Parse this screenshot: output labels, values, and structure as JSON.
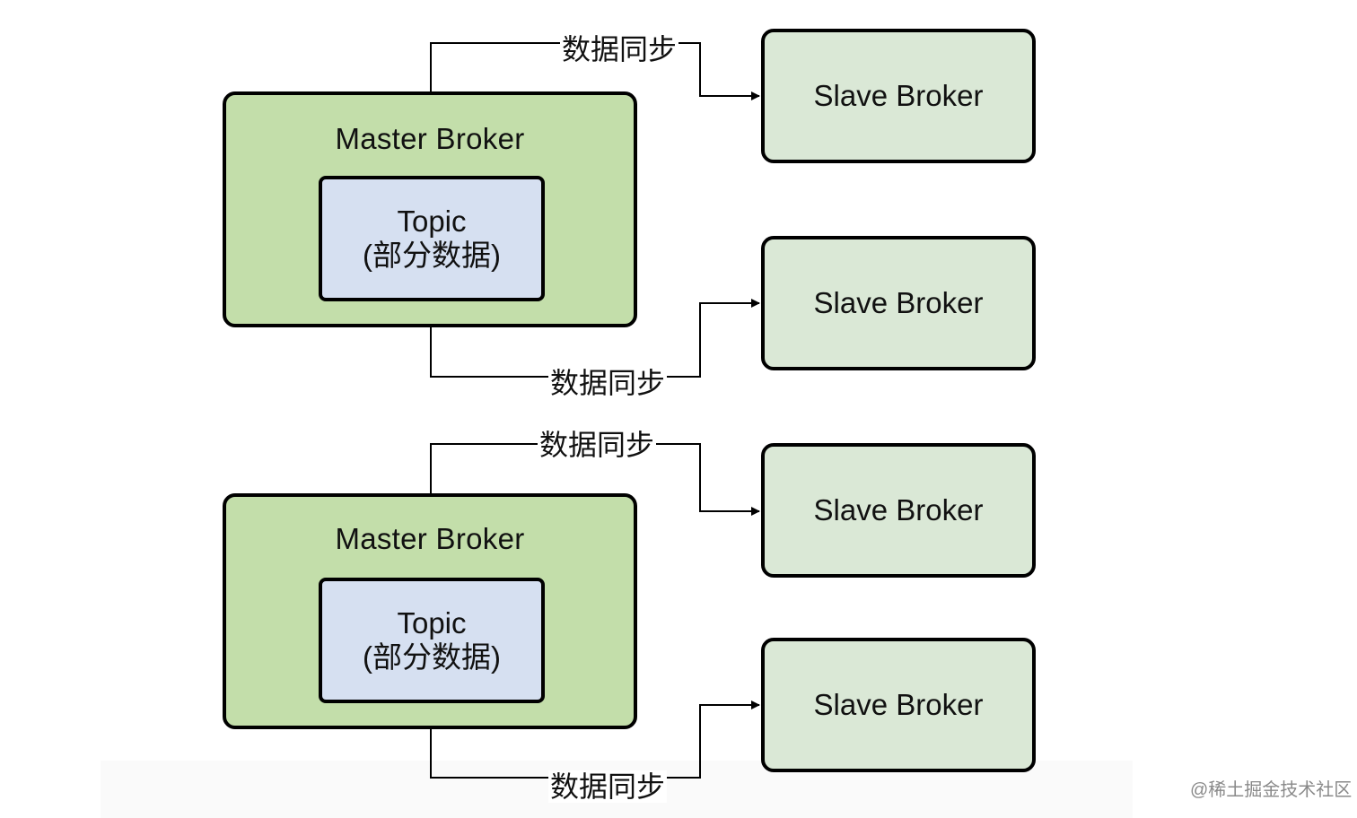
{
  "diagram": {
    "groups": [
      {
        "master": {
          "title": "Master Broker",
          "topic_line1": "Topic",
          "topic_line2": "(部分数据)"
        },
        "slaves": [
          {
            "label": "Slave Broker"
          },
          {
            "label": "Slave Broker"
          }
        ],
        "links": [
          {
            "label": "数据同步"
          },
          {
            "label": "数据同步"
          }
        ]
      },
      {
        "master": {
          "title": "Master Broker",
          "topic_line1": "Topic",
          "topic_line2": "(部分数据)"
        },
        "slaves": [
          {
            "label": "Slave Broker"
          },
          {
            "label": "Slave Broker"
          }
        ],
        "links": [
          {
            "label": "数据同步"
          },
          {
            "label": "数据同步"
          }
        ]
      }
    ],
    "colors": {
      "master_fill": "#c3deaa",
      "topic_fill": "#d6e0f1",
      "slave_fill": "#dae8d6",
      "stroke": "#000000"
    }
  },
  "watermark": "@稀土掘金技术社区"
}
